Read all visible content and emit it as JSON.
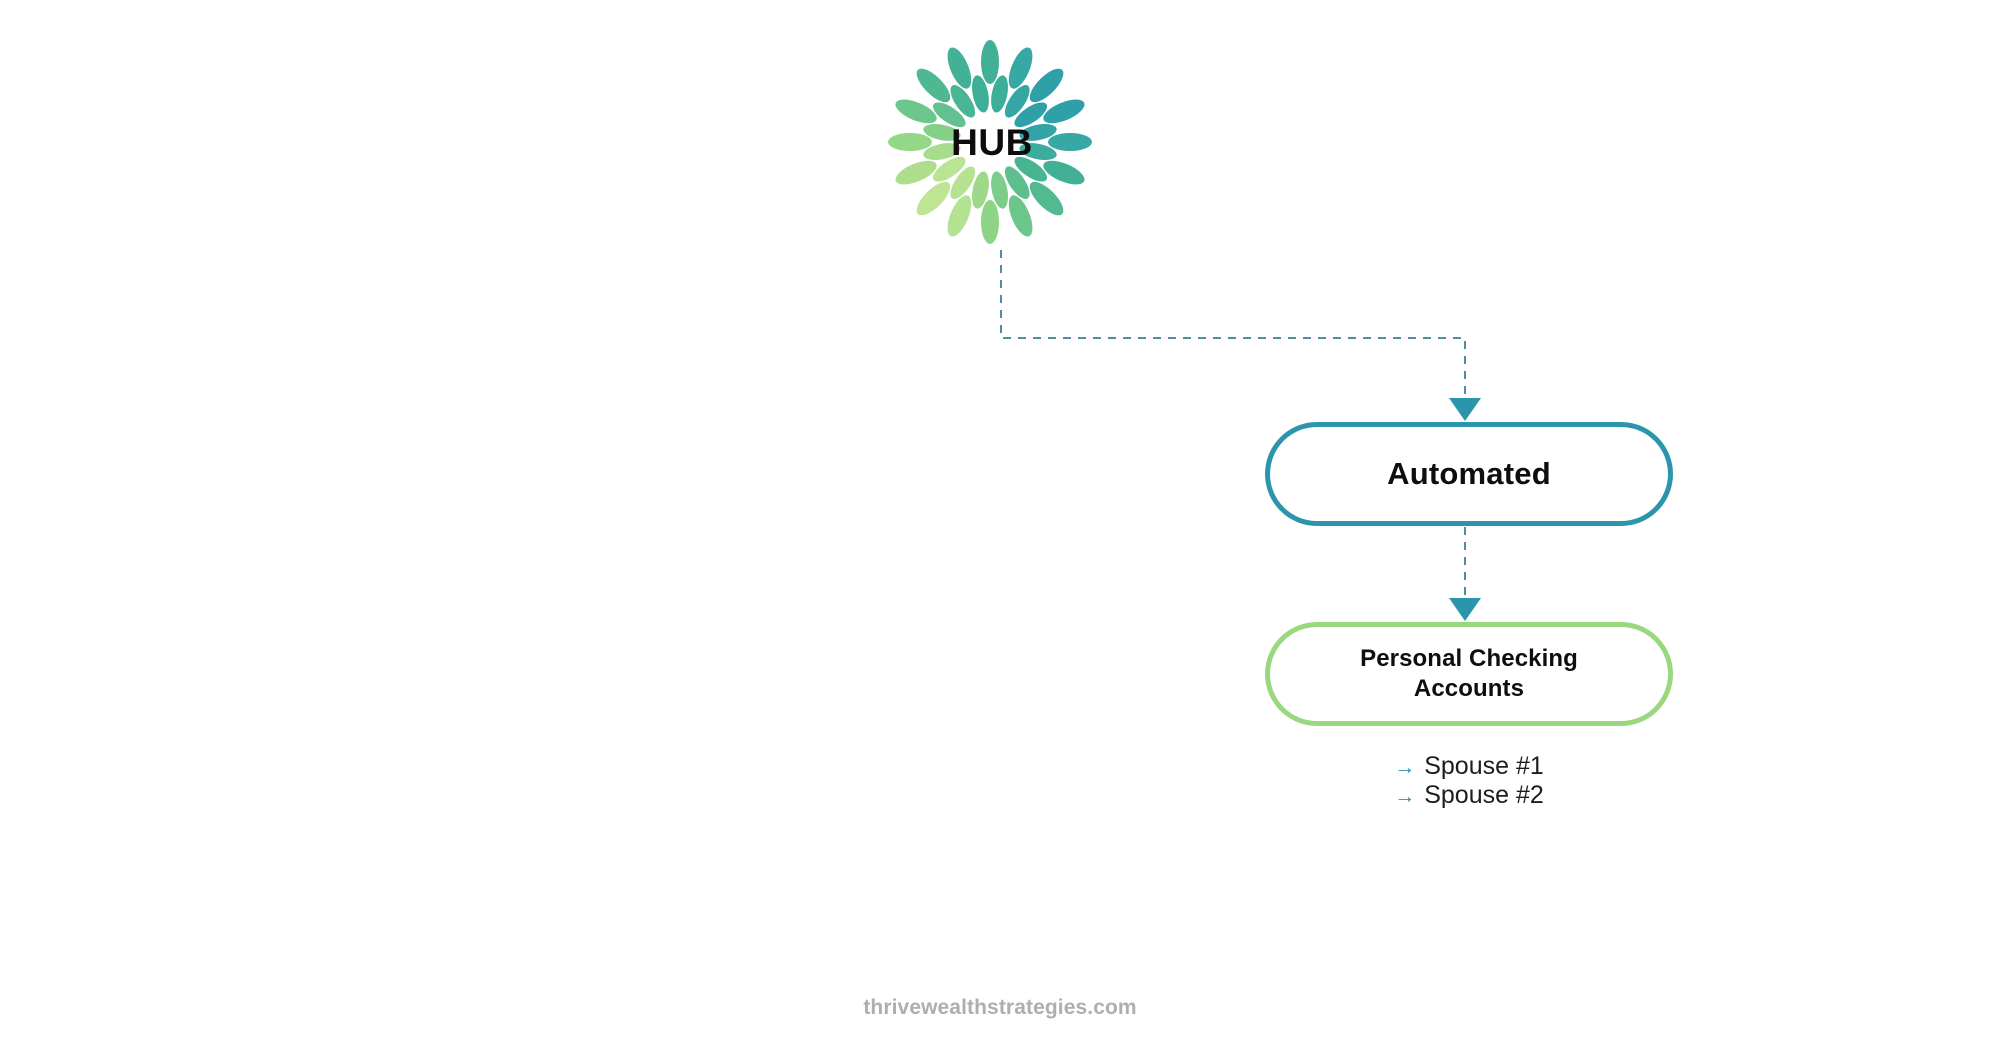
{
  "diagram": {
    "title": "HUB",
    "hub": {
      "label": "HUB",
      "icon": "sunburst-petals-icon",
      "petal_colors": {
        "teal": "#2f9ea8",
        "teal_green": "#40b09a",
        "mid_green": "#6cc68c",
        "light_green": "#a8de84",
        "pale_green": "#b9e48f"
      }
    },
    "nodes": [
      {
        "id": "automated",
        "label": "Automated",
        "border_color": "#2b96ab"
      },
      {
        "id": "personal-checking-accounts",
        "label": "Personal Checking Accounts",
        "border_color": "#9ad87f"
      }
    ],
    "sublist": {
      "arrow_glyph": "→",
      "arrow_color": "#2b8fa4",
      "items": [
        "Spouse #1",
        "Spouse #2"
      ]
    },
    "connectors": {
      "line_color": "#4d8fa0",
      "arrow_color": "#2b96ab",
      "style": "dashed",
      "edges": [
        {
          "from": "hub",
          "to": "automated"
        },
        {
          "from": "automated",
          "to": "personal-checking-accounts"
        }
      ]
    }
  },
  "footer": {
    "website": "thrivewealthstrategies.com"
  }
}
